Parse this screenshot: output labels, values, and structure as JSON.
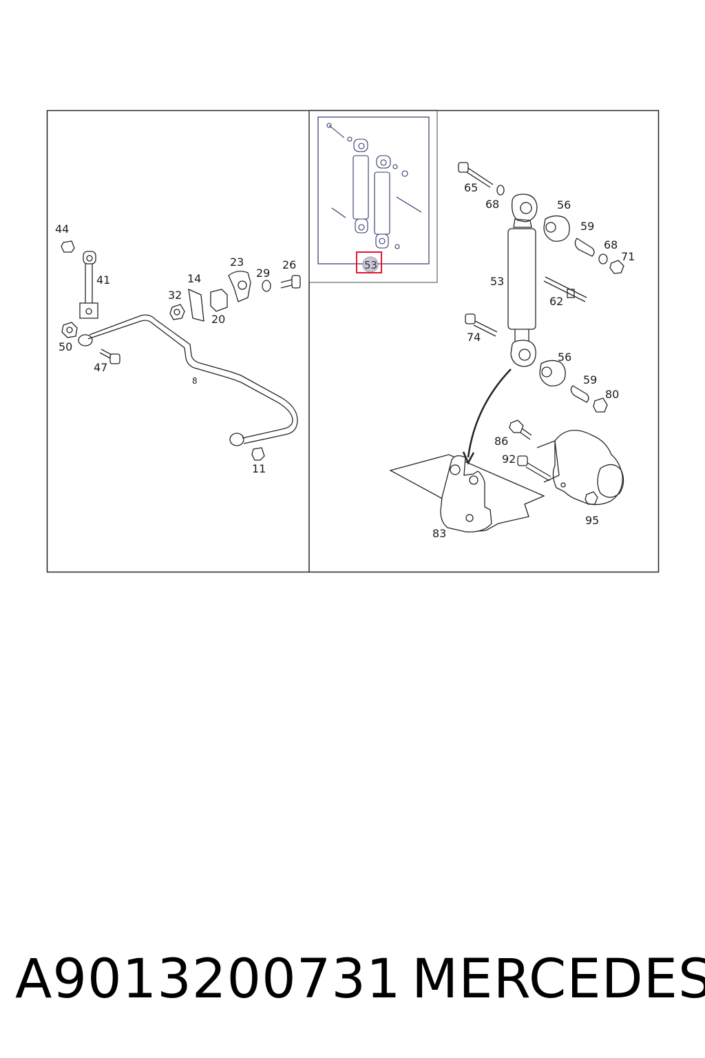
{
  "caption": {
    "part_number": "A9013200731",
    "manufacturer": "MERCEDES"
  },
  "highlight": {
    "label": "53",
    "color": "#e0162b"
  },
  "callouts": {
    "c44": "44",
    "c41": "41",
    "c50": "50",
    "c47": "47",
    "c32": "32",
    "c14": "14",
    "c20": "20",
    "c23": "23",
    "c29": "29",
    "c26": "26",
    "c8": "8",
    "c11": "11",
    "c65": "65",
    "c68a": "68",
    "c56a": "56",
    "c59a": "59",
    "c68b": "68",
    "c71": "71",
    "c53": "53",
    "c62": "62",
    "c74": "74",
    "c56b": "56",
    "c59b": "59",
    "c80": "80",
    "c86": "86",
    "c92": "92",
    "c95": "95",
    "c83": "83"
  }
}
